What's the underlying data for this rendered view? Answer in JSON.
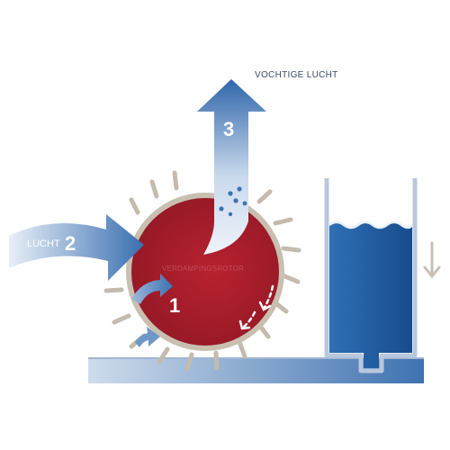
{
  "labels": {
    "humid_air": "VOCHTIGE LUCHT",
    "air": "LUCHT",
    "step_1": "1",
    "step_2": "2",
    "step_3": "3",
    "rotor": "VERDAMPINGSROTOR"
  },
  "colors": {
    "rotor": "#b3202f",
    "rotor_dark": "#8e1522",
    "ring": "#c9bfb1",
    "bristle": "#c4bbae",
    "water": "#1f5aa0",
    "tank_outline": "#b8c8dc",
    "tray": "#4f7fb8",
    "arrow_light": "#e6eef7",
    "arrow_dark": "#3d72b0",
    "text": "#3b4a66"
  }
}
